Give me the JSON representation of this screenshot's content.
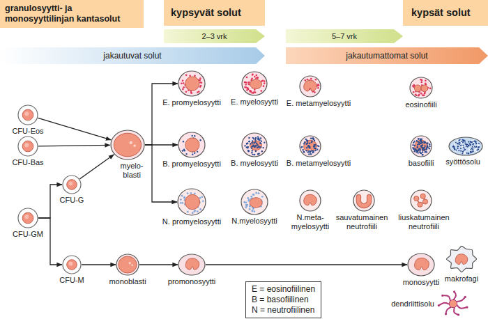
{
  "diagram": {
    "nodes": [
      {
        "text": [
          "granulosyytti- ja monosyyttilinjan kantasolut"
        ]
      },
      {
        "text": [
          "kypsyvät solut"
        ]
      },
      {
        "text": [
          "kypsät solut"
        ]
      },
      {
        "text": [
          "2–3 vrk"
        ]
      },
      {
        "text": [
          "5–7 vrk"
        ]
      },
      {
        "text": [
          "jakautuvat solut"
        ]
      },
      {
        "text": [
          "jakautumattomat solut"
        ]
      },
      {
        "text": [
          "CFU-Eos"
        ]
      },
      {
        "text": [
          "CFU-Bas"
        ]
      },
      {
        "text": [
          "CFU-GM"
        ]
      },
      {
        "text": [
          "CFU-G"
        ]
      },
      {
        "text": [
          "CFU-M"
        ]
      },
      {
        "text": [
          "myelo- blasti"
        ]
      },
      {
        "text": [
          "E. promyelosyytti"
        ]
      },
      {
        "text": [
          "E. myelosyytti"
        ]
      },
      {
        "text": [
          "E. metamyelosyytti"
        ]
      },
      {
        "text": [
          "eosinofiili"
        ]
      },
      {
        "text": [
          "B. promyelosyytti"
        ]
      },
      {
        "text": [
          "B. myelosyytti"
        ]
      },
      {
        "text": [
          "B. metamyelosyytti"
        ]
      },
      {
        "text": [
          "basofiili"
        ]
      },
      {
        "text": [
          "syöttösolu"
        ]
      },
      {
        "text": [
          "N. promyelosyytti"
        ]
      },
      {
        "text": [
          "N.myelosyytti"
        ]
      },
      {
        "text": [
          "N.meta- myelosyytti"
        ]
      },
      {
        "text": [
          "sauvatumainen neutrofiili"
        ]
      },
      {
        "text": [
          "liuskatumainen neutrofiili"
        ]
      },
      {
        "text": [
          "monoblasti"
        ]
      },
      {
        "text": [
          "promonosyytti"
        ]
      },
      {
        "text": [
          "monosyytti"
        ]
      },
      {
        "text": [
          "makrofagi"
        ]
      },
      {
        "text": [
          "dendriittisolu"
        ]
      },
      {
        "text": [
          "E = eosinofiilinen",
          "B = basofiilinen",
          "N = neutrofiilinen"
        ]
      }
    ],
    "edges": [
      {
        "from": 7,
        "to": 12,
        "arrow": "to"
      },
      {
        "from": 8,
        "to": 12,
        "arrow": "to"
      },
      {
        "from": 9,
        "to": 10,
        "arrow": "to"
      },
      {
        "from": 9,
        "to": 11,
        "arrow": "to"
      },
      {
        "from": 10,
        "to": 12,
        "arrow": "to"
      },
      {
        "from": 12,
        "to": 13,
        "arrow": "to"
      },
      {
        "from": 12,
        "to": 17,
        "arrow": "to"
      },
      {
        "from": 12,
        "to": 22,
        "arrow": "to"
      },
      {
        "from": 11,
        "to": 27,
        "arrow": "to"
      },
      {
        "from": 27,
        "to": 28,
        "arrow": "to"
      },
      {
        "from": 28,
        "to": 29,
        "arrow": "to"
      }
    ]
  }
}
